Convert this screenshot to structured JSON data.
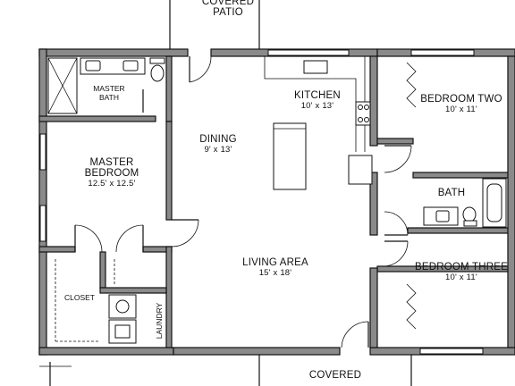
{
  "rooms": {
    "covered_patio_top": {
      "line1": "COVERED",
      "line2": "PATIO"
    },
    "kitchen": {
      "name": "KITCHEN",
      "dims": "10' x 13'"
    },
    "bedroom_two": {
      "name": "BEDROOM TWO",
      "dims": "10' x 11'"
    },
    "master_bath": {
      "line1": "MASTER",
      "line2": "BATH"
    },
    "dining": {
      "name": "DINING",
      "dims": "9' x 13'"
    },
    "master_bedroom": {
      "line1": "MASTER",
      "line2": "BEDROOM",
      "dims": "12.5' x 12.5'"
    },
    "bath": {
      "name": "BATH"
    },
    "living_area": {
      "name": "LIVING AREA",
      "dims": "15' x 18'"
    },
    "bedroom_three": {
      "name": "BEDROOM THREE",
      "dims": "10' x 11'"
    },
    "closet": {
      "name": "CLOSET"
    },
    "laundry": {
      "name": "LAUNDRY"
    },
    "covered_bottom": {
      "name": "COVERED"
    }
  },
  "colors": {
    "wall_fill": "#8a8a8a",
    "wall_edge": "#111111",
    "line": "#111111",
    "background": "#ffffff"
  }
}
